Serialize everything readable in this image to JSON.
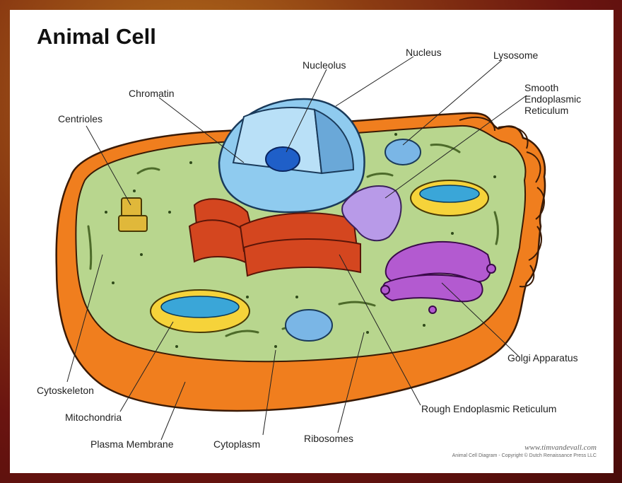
{
  "title": "Animal Cell",
  "labels": {
    "nucleus": "Nucleus",
    "nucleolus": "Nucleolus",
    "lysosome": "Lysosome",
    "smooth_er": "Smooth\nEndoplasmic\nReticulum",
    "chromatin": "Chromatin",
    "centrioles": "Centrioles",
    "golgi": "Golgi Apparatus",
    "cytoskeleton": "Cytoskeleton",
    "mitochondria": "Mitochondria",
    "rough_er": "Rough Endoplasmic Reticulum",
    "plasma_membrane": "Plasma Membrane",
    "cytoplasm": "Cytoplasm",
    "ribosomes": "Ribosomes"
  },
  "credit": {
    "website": "www.timvandevall.com",
    "copyright": "Animal Cell Diagram - Copyright © Dutch Renaissance Press LLC"
  },
  "colors": {
    "membrane": "#f07e1e",
    "cytoplasm": "#b8d68e",
    "nucleus": "#8fcbef",
    "nucleolus": "#1f5fc8",
    "rough_er": "#d4461f",
    "golgi": "#b35ad0",
    "mitochondria": "#f6d33a",
    "lysosome": "#7ab6e6"
  }
}
